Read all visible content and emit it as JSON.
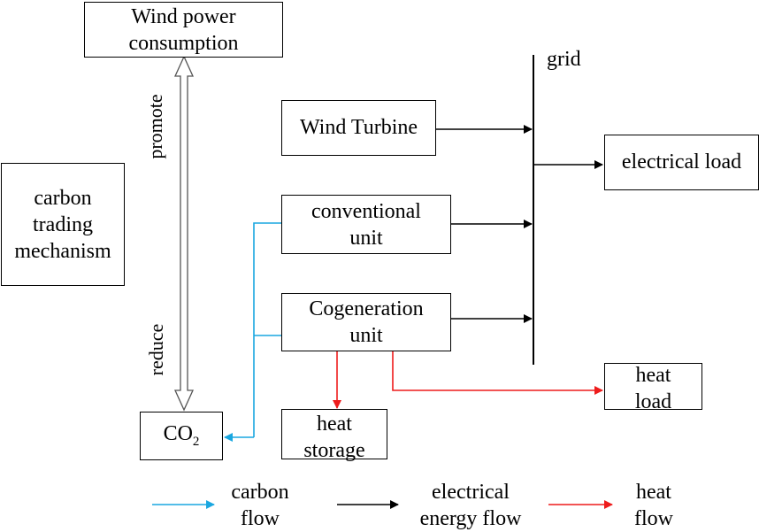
{
  "boxes": {
    "wind_power_consumption": [
      "Wind power",
      "consumption"
    ],
    "carbon_trading_mechanism": [
      "carbon",
      "trading",
      "mechanism"
    ],
    "wind_turbine": "Wind Turbine",
    "conventional_unit": [
      "conventional",
      "unit"
    ],
    "cogeneration_unit": [
      "Cogeneration",
      "unit"
    ],
    "co2": {
      "base": "CO",
      "subscript": "2"
    },
    "heat_storage": [
      "heat",
      "storage"
    ],
    "electrical_load": "electrical load",
    "heat_load": [
      "heat",
      "load"
    ]
  },
  "labels": {
    "grid": "grid",
    "promote": "promote",
    "reduce": "reduce"
  },
  "legend": [
    {
      "lines": [
        "carbon",
        "flow"
      ],
      "color": "#1aa7e0"
    },
    {
      "lines": [
        "electrical",
        "energy flow"
      ],
      "color": "#000000"
    },
    {
      "lines": [
        "heat",
        "flow"
      ],
      "color": "#ee1c1c"
    }
  ],
  "colors": {
    "carbon": "#1aa7e0",
    "electrical": "#000000",
    "heat": "#ee1c1c"
  }
}
